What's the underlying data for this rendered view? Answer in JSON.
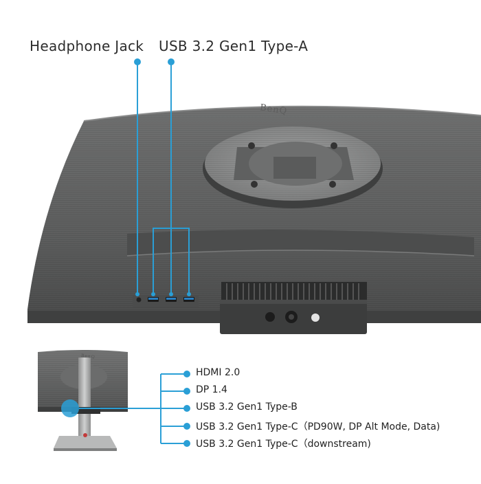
{
  "callouts": {
    "headphone_jack": "Headphone Jack",
    "usb_type_a": "USB 3.2 Gen1 Type-A"
  },
  "ports": [
    {
      "label": "HDMI 2.0"
    },
    {
      "label": "DP 1.4"
    },
    {
      "label": "USB 3.2 Gen1 Type-B"
    },
    {
      "label": "USB 3.2 Gen1 Type-C（PD90W, DP Alt Mode, Data)"
    },
    {
      "label": "USB 3.2 Gen1 Type-C（downstream)"
    }
  ],
  "brand": {
    "logo": "BenQ"
  },
  "colors": {
    "accent": "#2a9fd6",
    "body": "#5b5c5c",
    "dark": "#3a3b3b",
    "text": "#2c2c2c"
  }
}
